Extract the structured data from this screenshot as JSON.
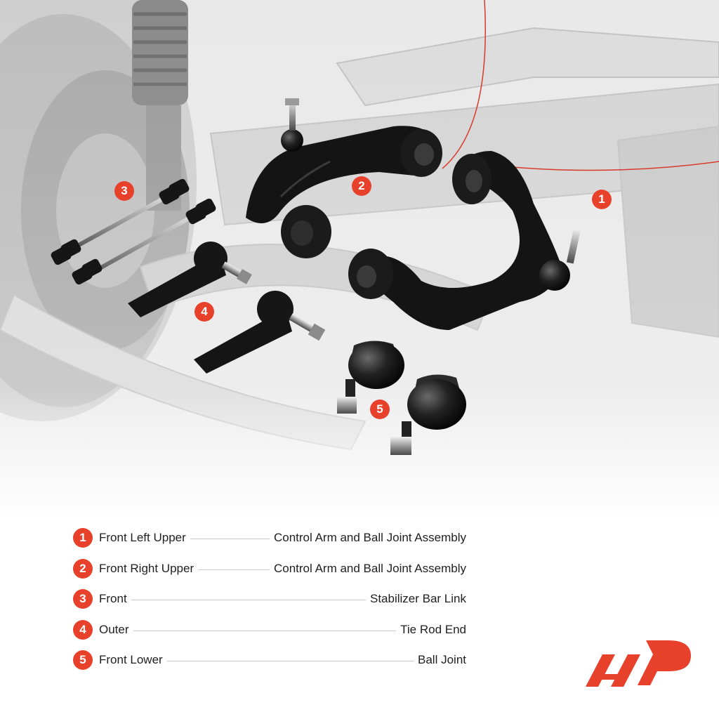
{
  "callouts": [
    "1",
    "2",
    "3",
    "4",
    "5"
  ],
  "legend": [
    {
      "num": "1",
      "left": "Front Left Upper",
      "right": "Control Arm and Ball Joint Assembly"
    },
    {
      "num": "2",
      "left": "Front Right Upper",
      "right": "Control Arm and Ball Joint Assembly"
    },
    {
      "num": "3",
      "left": "Front",
      "right": "Stabilizer Bar Link"
    },
    {
      "num": "4",
      "left": "Outer",
      "right": "Tie Rod End"
    },
    {
      "num": "5",
      "left": "Front Lower",
      "right": "Ball Joint"
    }
  ],
  "colors": {
    "accent": "#e8412b",
    "part": "#141414",
    "background_scene": "#d9d9d9"
  },
  "icons": {
    "brand": "a-premium-logo"
  }
}
